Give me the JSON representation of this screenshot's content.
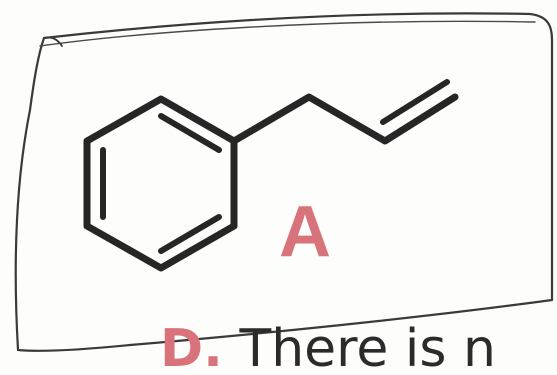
{
  "label": "A",
  "option_letter": "D.",
  "option_text": "There is n"
}
